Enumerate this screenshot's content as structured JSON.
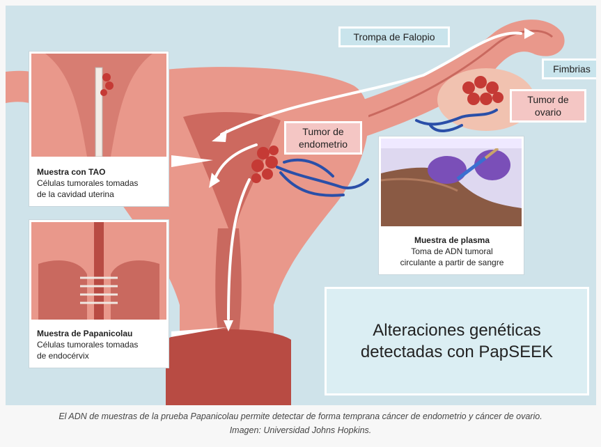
{
  "labels": {
    "trompa": "Trompa de Falopio",
    "fimbrias": "Fimbrias",
    "tumor_ovario": [
      "Tumor de",
      "ovario"
    ],
    "tumor_endometrio": [
      "Tumor de",
      "endometrio"
    ]
  },
  "panels": {
    "tao": {
      "title": "Muestra con TAO",
      "lines": [
        "Células tumorales tomadas",
        "de la cavidad uterina"
      ]
    },
    "papanicolau": {
      "title": "Muestra de Papanicolau",
      "lines": [
        "Células tumorales tomadas",
        "de endocérvix"
      ]
    },
    "plasma": {
      "title": "Muestra de plasma",
      "lines": [
        "Toma de ADN tumoral",
        "circulante a partir de sangre"
      ]
    }
  },
  "headline": [
    "Alteraciones genéticas",
    "detectadas con PapSEEK"
  ],
  "caption": [
    "El ADN de muestras de la prueba Papanicolau permite detectar de forma temprana cáncer de endometrio y cáncer de ovario.",
    "Imagen: Universidad Johns Hopkins."
  ],
  "colors": {
    "background": "#cfe3ea",
    "tissue": "#e9988b",
    "tissue_dark": "#c9695f",
    "tumor": "#c53a35",
    "vessel": "#2a4fa8",
    "label_blue": "#c9e4ec",
    "label_pink": "#f4c6c4"
  }
}
